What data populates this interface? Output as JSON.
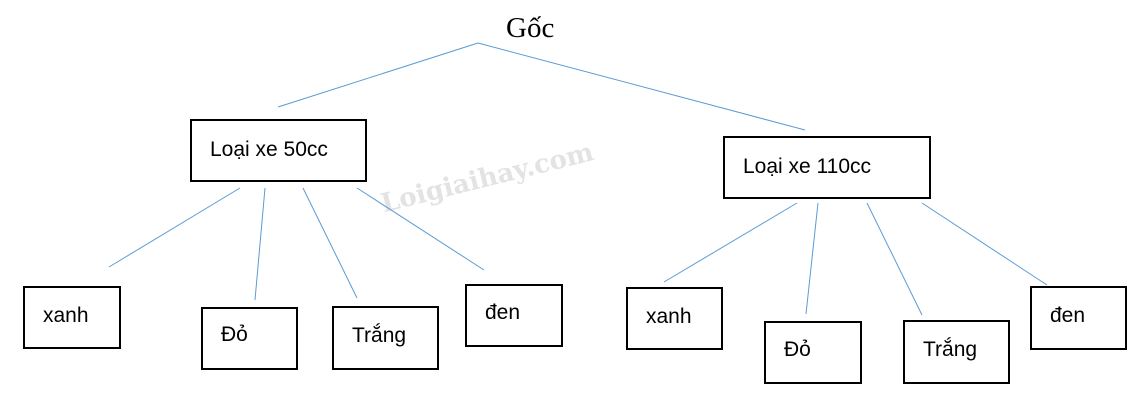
{
  "root": {
    "label": "Gốc"
  },
  "branches": [
    {
      "label": "Loại xe 50cc",
      "leaves": [
        "xanh",
        "Đỏ",
        "Trắng",
        "đen"
      ]
    },
    {
      "label": "Loại xe 110cc",
      "leaves": [
        "xanh",
        "Đỏ",
        "Trắng",
        "đen"
      ]
    }
  ],
  "watermark": "Loigiaihay.com",
  "colors": {
    "edge": "#5b9bd5",
    "border": "#000000"
  }
}
